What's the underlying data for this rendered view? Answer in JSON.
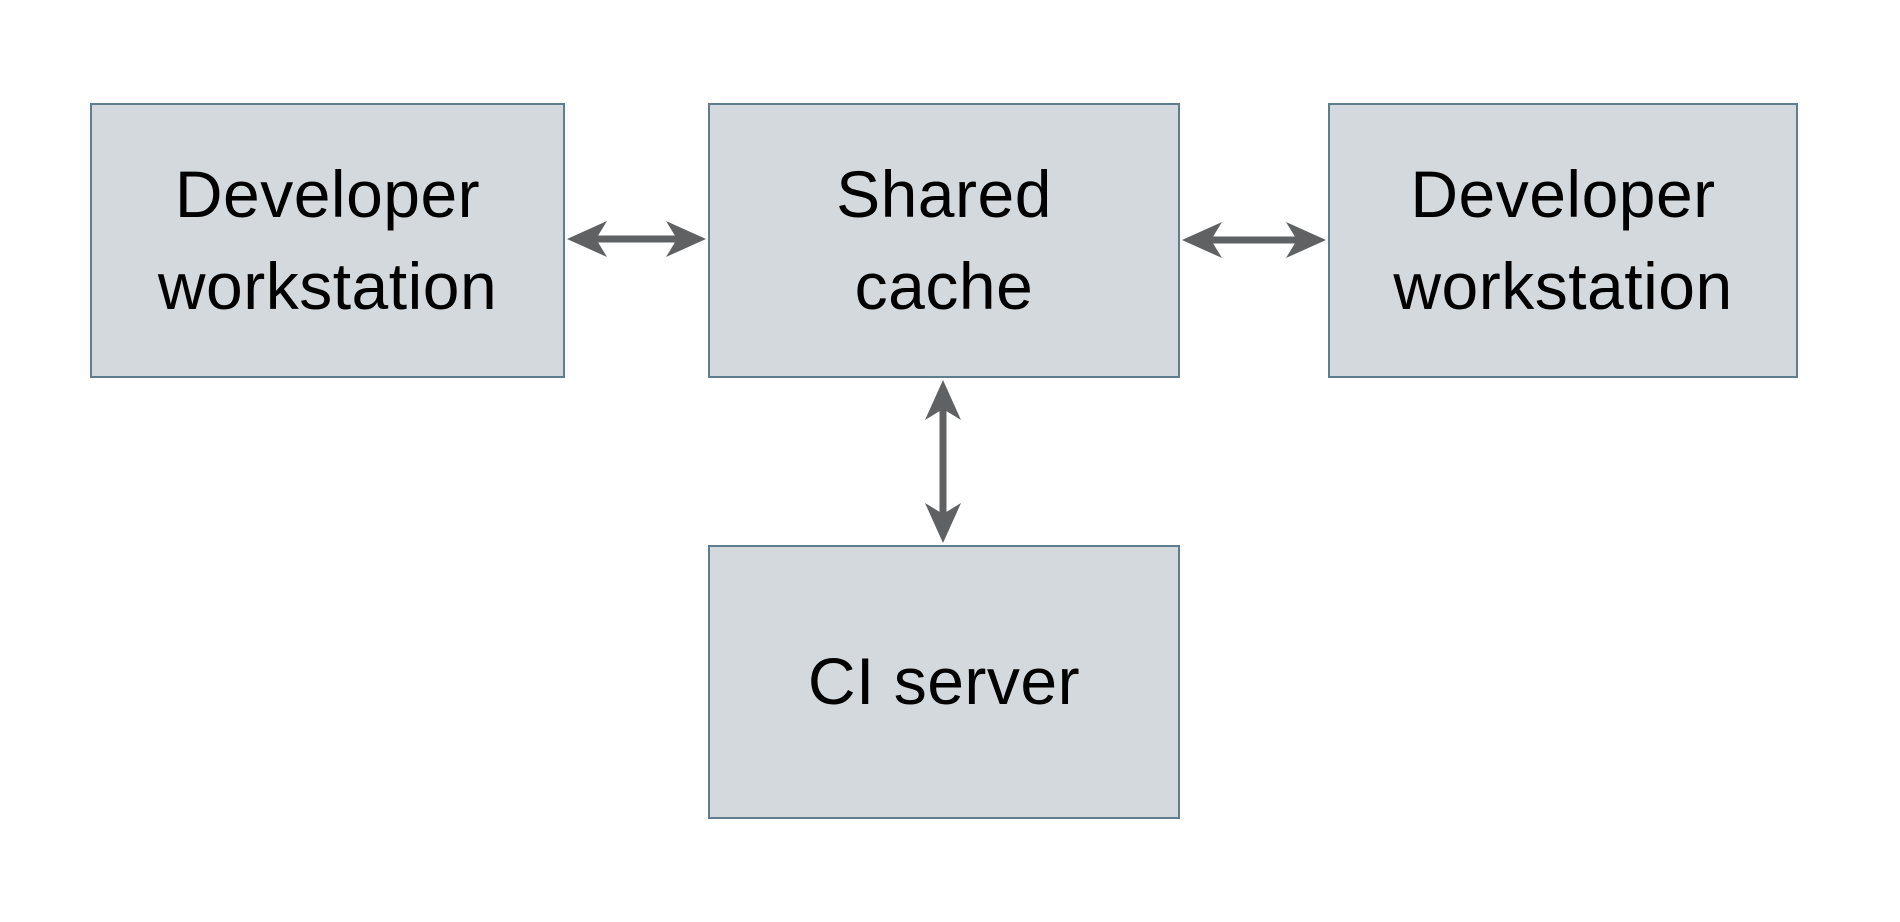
{
  "diagram": {
    "description": "Build-cache architecture diagram: two developer workstations and a CI server exchanging artifacts with a shared cache",
    "colors": {
      "canvas_bg": "#ffffff",
      "node_fill": "#d3d9dc",
      "node_border": "#5f7d8c",
      "arrow_color": "#5f6163",
      "text_color": "#000000"
    },
    "nodes": [
      {
        "id": "developer-workstation-left",
        "label": "Developer workstation",
        "lines": [
          "Developer",
          "workstation"
        ]
      },
      {
        "id": "shared-cache",
        "label": "Shared cache",
        "lines": [
          "Shared",
          "cache"
        ]
      },
      {
        "id": "developer-workstation-right",
        "label": "Developer workstation",
        "lines": [
          "Developer",
          "workstation"
        ]
      },
      {
        "id": "ci-server",
        "label": "CI server",
        "lines": [
          "CI server"
        ]
      }
    ],
    "edges": [
      {
        "from": "developer-workstation-left",
        "to": "shared-cache",
        "direction": "bidirectional",
        "orientation": "horizontal"
      },
      {
        "from": "shared-cache",
        "to": "developer-workstation-right",
        "direction": "bidirectional",
        "orientation": "horizontal"
      },
      {
        "from": "shared-cache",
        "to": "ci-server",
        "direction": "bidirectional",
        "orientation": "vertical"
      }
    ]
  }
}
